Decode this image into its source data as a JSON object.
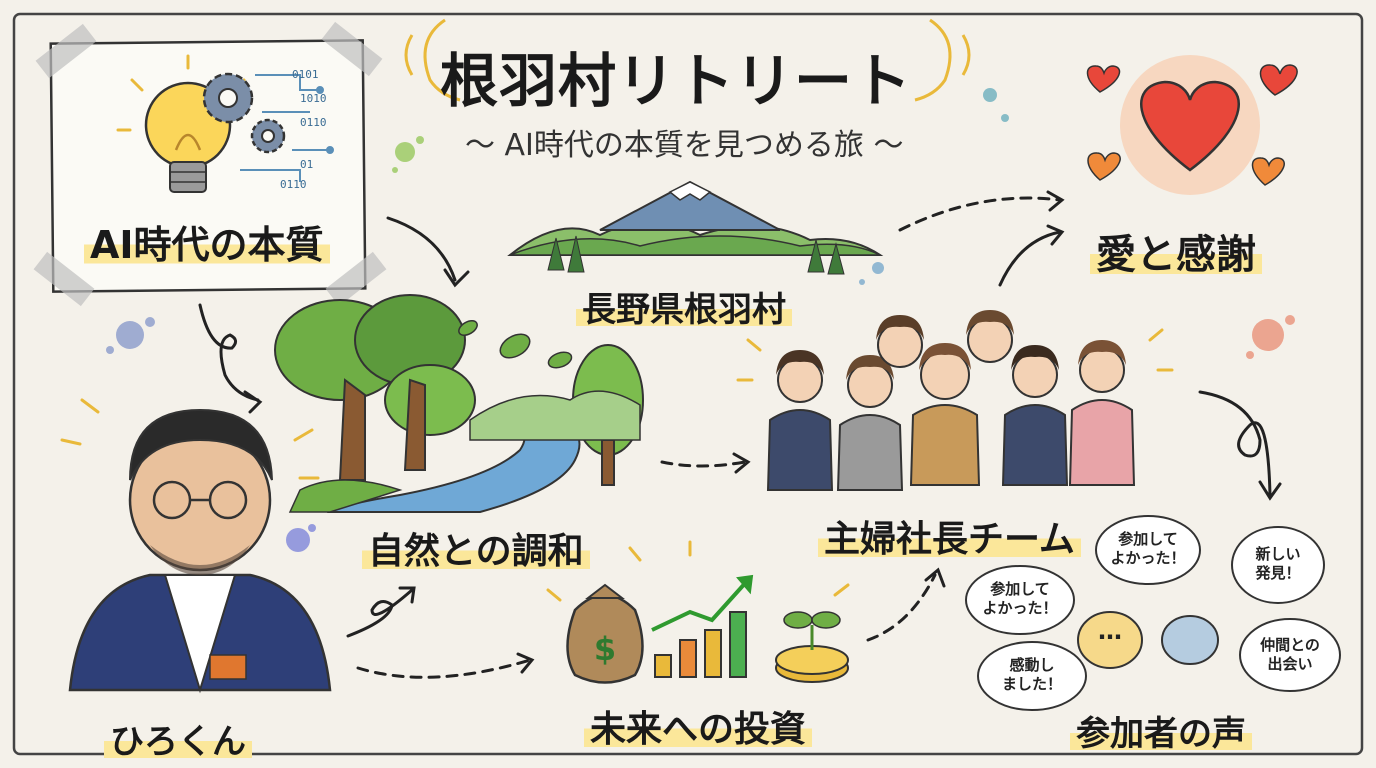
{
  "title": {
    "main": "根羽村リトリート",
    "subtitle": "〜 AI時代の本質を見つめる旅 〜"
  },
  "nodes": {
    "ai_essence": "AI時代の本質",
    "location": "長野県根羽村",
    "love": "愛と感謝",
    "nature": "自然との調和",
    "team": "主婦社長チーム",
    "investment": "未来への投資",
    "hiro": "ひろくん",
    "voices": "参加者の声"
  },
  "binary_text": [
    "0101",
    "1010",
    "0110",
    "01",
    "0110"
  ],
  "money_symbol": "$",
  "voices": [
    {
      "text": "参加して\nよかった！"
    },
    {
      "text": "新しい\n発見！"
    },
    {
      "text": "参加して\nよかった！"
    },
    {
      "text": "…"
    },
    {
      "text": "仲間との\n出会い"
    },
    {
      "text": "感動し\nました！"
    }
  ],
  "icons": [
    "lightbulb-icon",
    "gear-icon",
    "mountain-icon",
    "tree-icon",
    "river-icon",
    "heart-icon",
    "money-bag-icon",
    "growth-chart-icon",
    "sprout-coin-icon",
    "speech-bubble-icon"
  ],
  "colors": {
    "background": "#f4f1ea",
    "highlight": "#fbe79a",
    "heart": "#e8473a",
    "tree_green": "#5c9a3c",
    "river": "#6fa8d6",
    "accent_gold": "#e9b93a"
  }
}
